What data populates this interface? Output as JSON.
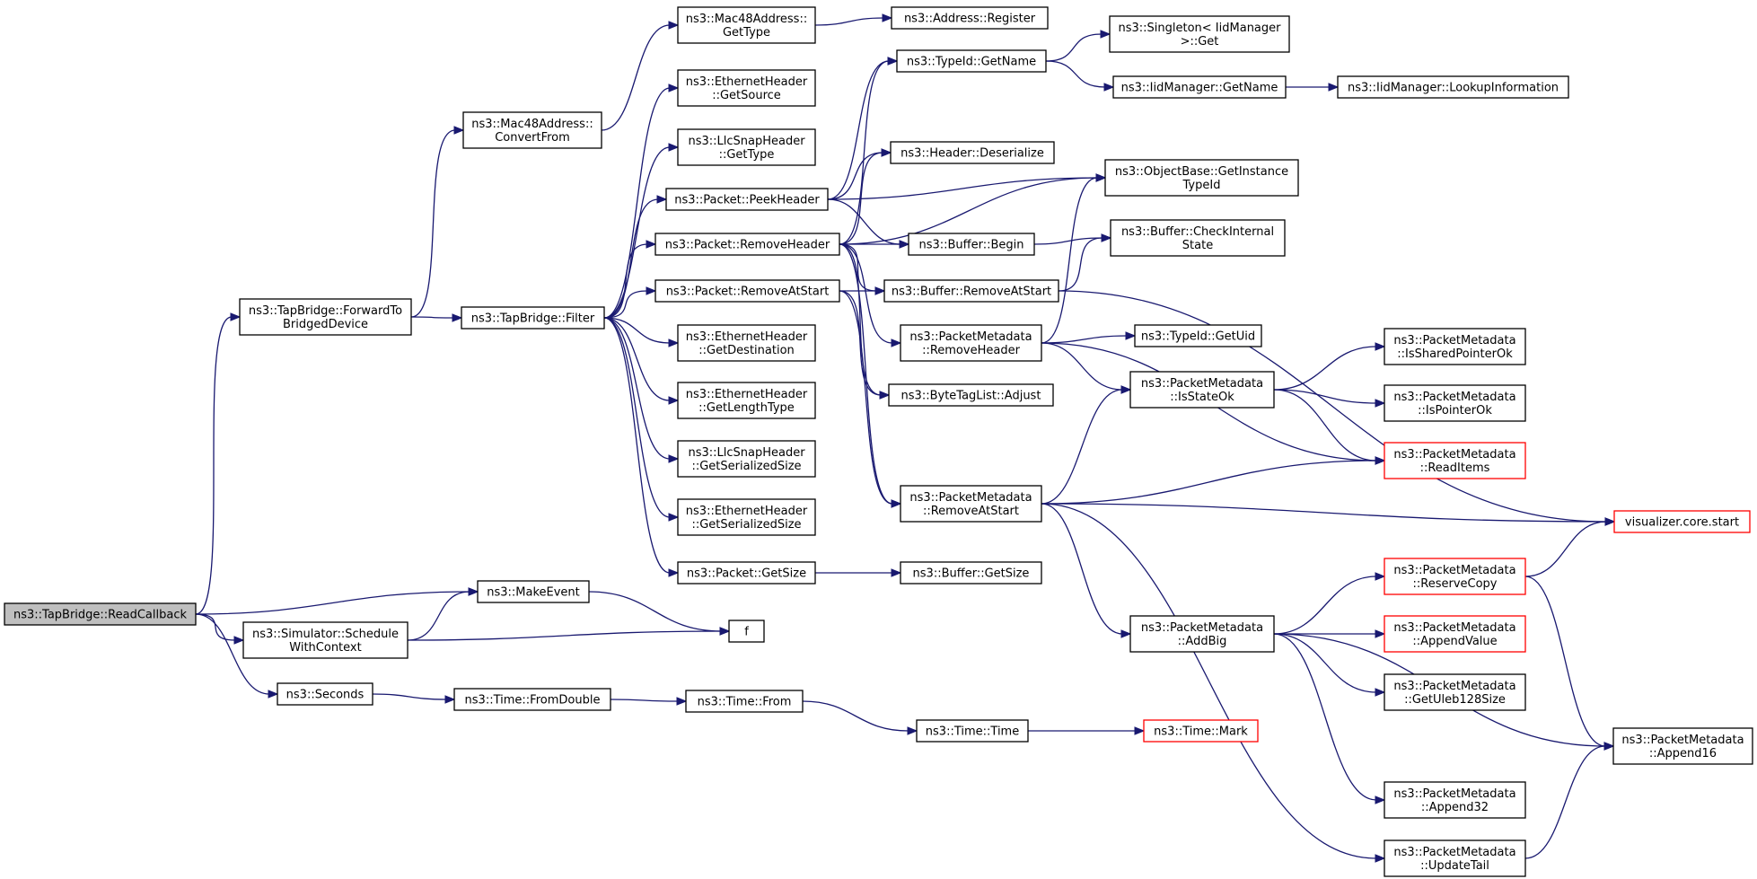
{
  "nodes": [
    {
      "id": "readcallback",
      "lines": [
        "ns3::TapBridge::ReadCallback"
      ],
      "root": true
    },
    {
      "id": "forwardto",
      "lines": [
        "ns3::TapBridge::ForwardTo",
        "BridgedDevice"
      ]
    },
    {
      "id": "makeevent",
      "lines": [
        "ns3::MakeEvent"
      ]
    },
    {
      "id": "schedule",
      "lines": [
        "ns3::Simulator::Schedule",
        "WithContext"
      ]
    },
    {
      "id": "seconds",
      "lines": [
        "ns3::Seconds"
      ]
    },
    {
      "id": "f",
      "lines": [
        "f"
      ]
    },
    {
      "id": "mac48from",
      "lines": [
        "ns3::Mac48Address::",
        "ConvertFrom"
      ]
    },
    {
      "id": "filter",
      "lines": [
        "ns3::TapBridge::Filter"
      ]
    },
    {
      "id": "mac48type",
      "lines": [
        "ns3::Mac48Address::",
        "GetType"
      ]
    },
    {
      "id": "addrreg",
      "lines": [
        "ns3::Address::Register"
      ]
    },
    {
      "id": "ethsrc",
      "lines": [
        "ns3::EthernetHeader",
        "::GetSource"
      ]
    },
    {
      "id": "llctype",
      "lines": [
        "ns3::LlcSnapHeader",
        "::GetType"
      ]
    },
    {
      "id": "peekheader",
      "lines": [
        "ns3::Packet::PeekHeader"
      ]
    },
    {
      "id": "removeheader",
      "lines": [
        "ns3::Packet::RemoveHeader"
      ]
    },
    {
      "id": "removeatstart",
      "lines": [
        "ns3::Packet::RemoveAtStart"
      ]
    },
    {
      "id": "ethdest",
      "lines": [
        "ns3::EthernetHeader",
        "::GetDestination"
      ]
    },
    {
      "id": "ethlen",
      "lines": [
        "ns3::EthernetHeader",
        "::GetLengthType"
      ]
    },
    {
      "id": "llcser",
      "lines": [
        "ns3::LlcSnapHeader",
        "::GetSerializedSize"
      ]
    },
    {
      "id": "ethser",
      "lines": [
        "ns3::EthernetHeader",
        "::GetSerializedSize"
      ]
    },
    {
      "id": "pktsize",
      "lines": [
        "ns3::Packet::GetSize"
      ]
    },
    {
      "id": "typeidname",
      "lines": [
        "ns3::TypeId::GetName"
      ]
    },
    {
      "id": "hdrdeser",
      "lines": [
        "ns3::Header::Deserialize"
      ]
    },
    {
      "id": "bufbegin",
      "lines": [
        "ns3::Buffer::Begin"
      ]
    },
    {
      "id": "bufremove",
      "lines": [
        "ns3::Buffer::RemoveAtStart"
      ]
    },
    {
      "id": "pmremovehdr",
      "lines": [
        "ns3::PacketMetadata",
        "::RemoveHeader"
      ]
    },
    {
      "id": "bytetag",
      "lines": [
        "ns3::ByteTagList::Adjust"
      ]
    },
    {
      "id": "pmremoveatstart",
      "lines": [
        "ns3::PacketMetadata",
        "::RemoveAtStart"
      ]
    },
    {
      "id": "bufgetsize",
      "lines": [
        "ns3::Buffer::GetSize"
      ]
    },
    {
      "id": "fromdouble",
      "lines": [
        "ns3::Time::FromDouble"
      ]
    },
    {
      "id": "timefrom",
      "lines": [
        "ns3::Time::From"
      ]
    },
    {
      "id": "timetime",
      "lines": [
        "ns3::Time::Time"
      ]
    },
    {
      "id": "timemark",
      "lines": [
        "ns3::Time::Mark"
      ],
      "red": true
    },
    {
      "id": "singleton",
      "lines": [
        "ns3::Singleton< IidManager",
        ">::Get"
      ]
    },
    {
      "id": "iidgetname",
      "lines": [
        "ns3::IidManager::GetName"
      ]
    },
    {
      "id": "iidlookup",
      "lines": [
        "ns3::IidManager::LookupInformation"
      ]
    },
    {
      "id": "objinst",
      "lines": [
        "ns3::ObjectBase::GetInstance",
        "TypeId"
      ]
    },
    {
      "id": "bufcheck",
      "lines": [
        "ns3::Buffer::CheckInternal",
        "State"
      ]
    },
    {
      "id": "typeiduid",
      "lines": [
        "ns3::TypeId::GetUid"
      ]
    },
    {
      "id": "pmstateok",
      "lines": [
        "ns3::PacketMetadata",
        "::IsStateOk"
      ]
    },
    {
      "id": "pmaddbig",
      "lines": [
        "ns3::PacketMetadata",
        "::AddBig"
      ]
    },
    {
      "id": "pmshared",
      "lines": [
        "ns3::PacketMetadata",
        "::IsSharedPointerOk"
      ]
    },
    {
      "id": "pmptr",
      "lines": [
        "ns3::PacketMetadata",
        "::IsPointerOk"
      ]
    },
    {
      "id": "pmread",
      "lines": [
        "ns3::PacketMetadata",
        "::ReadItems"
      ],
      "red": true
    },
    {
      "id": "vizstart",
      "lines": [
        "visualizer.core.start"
      ],
      "red": true
    },
    {
      "id": "pmreserve",
      "lines": [
        "ns3::PacketMetadata",
        "::ReserveCopy"
      ],
      "red": true
    },
    {
      "id": "pmappendval",
      "lines": [
        "ns3::PacketMetadata",
        "::AppendValue"
      ],
      "red": true
    },
    {
      "id": "pmuleb",
      "lines": [
        "ns3::PacketMetadata",
        "::GetUleb128Size"
      ]
    },
    {
      "id": "pmappend32",
      "lines": [
        "ns3::PacketMetadata",
        "::Append32"
      ]
    },
    {
      "id": "pmupdatetail",
      "lines": [
        "ns3::PacketMetadata",
        "::UpdateTail"
      ]
    },
    {
      "id": "pmappend16",
      "lines": [
        "ns3::PacketMetadata",
        "::Append16"
      ]
    }
  ],
  "edges": [
    [
      "readcallback",
      "forwardto"
    ],
    [
      "readcallback",
      "makeevent"
    ],
    [
      "readcallback",
      "schedule"
    ],
    [
      "readcallback",
      "seconds"
    ],
    [
      "forwardto",
      "mac48from"
    ],
    [
      "forwardto",
      "filter"
    ],
    [
      "makeevent",
      "f"
    ],
    [
      "schedule",
      "makeevent"
    ],
    [
      "schedule",
      "f"
    ],
    [
      "seconds",
      "fromdouble"
    ],
    [
      "fromdouble",
      "timefrom"
    ],
    [
      "timefrom",
      "timetime"
    ],
    [
      "timetime",
      "timemark"
    ],
    [
      "mac48from",
      "mac48type"
    ],
    [
      "mac48type",
      "addrreg"
    ],
    [
      "filter",
      "ethsrc"
    ],
    [
      "filter",
      "llctype"
    ],
    [
      "filter",
      "peekheader"
    ],
    [
      "filter",
      "removeheader"
    ],
    [
      "filter",
      "removeatstart"
    ],
    [
      "filter",
      "ethdest"
    ],
    [
      "filter",
      "ethlen"
    ],
    [
      "filter",
      "llcser"
    ],
    [
      "filter",
      "ethser"
    ],
    [
      "filter",
      "pktsize"
    ],
    [
      "pktsize",
      "bufgetsize"
    ],
    [
      "peekheader",
      "typeidname"
    ],
    [
      "peekheader",
      "objinst"
    ],
    [
      "peekheader",
      "hdrdeser"
    ],
    [
      "peekheader",
      "bufbegin"
    ],
    [
      "removeheader",
      "typeidname"
    ],
    [
      "removeheader",
      "hdrdeser"
    ],
    [
      "removeheader",
      "objinst"
    ],
    [
      "removeheader",
      "bufbegin"
    ],
    [
      "removeheader",
      "bufremove"
    ],
    [
      "removeheader",
      "pmremovehdr"
    ],
    [
      "removeheader",
      "bytetag"
    ],
    [
      "removeheader",
      "pmremoveatstart"
    ],
    [
      "removeatstart",
      "bufremove"
    ],
    [
      "removeatstart",
      "bytetag"
    ],
    [
      "removeatstart",
      "pmremoveatstart"
    ],
    [
      "typeidname",
      "singleton"
    ],
    [
      "typeidname",
      "iidgetname"
    ],
    [
      "iidgetname",
      "iidlookup"
    ],
    [
      "bufbegin",
      "bufcheck"
    ],
    [
      "bufremove",
      "bufcheck"
    ],
    [
      "bufremove",
      "vizstart"
    ],
    [
      "pmremovehdr",
      "objinst"
    ],
    [
      "pmremovehdr",
      "typeiduid"
    ],
    [
      "pmremovehdr",
      "pmstateok"
    ],
    [
      "pmremovehdr",
      "pmread"
    ],
    [
      "pmremoveatstart",
      "pmstateok"
    ],
    [
      "pmremoveatstart",
      "pmread"
    ],
    [
      "pmremoveatstart",
      "vizstart"
    ],
    [
      "pmremoveatstart",
      "pmaddbig"
    ],
    [
      "pmremoveatstart",
      "pmupdatetail"
    ],
    [
      "pmstateok",
      "pmshared"
    ],
    [
      "pmstateok",
      "pmptr"
    ],
    [
      "pmstateok",
      "pmread"
    ],
    [
      "pmaddbig",
      "pmreserve"
    ],
    [
      "pmaddbig",
      "pmappendval"
    ],
    [
      "pmaddbig",
      "pmuleb"
    ],
    [
      "pmaddbig",
      "pmappend16"
    ],
    [
      "pmaddbig",
      "pmappend32"
    ],
    [
      "pmreserve",
      "vizstart"
    ],
    [
      "pmreserve",
      "pmappend16"
    ],
    [
      "pmupdatetail",
      "pmappend16"
    ]
  ]
}
